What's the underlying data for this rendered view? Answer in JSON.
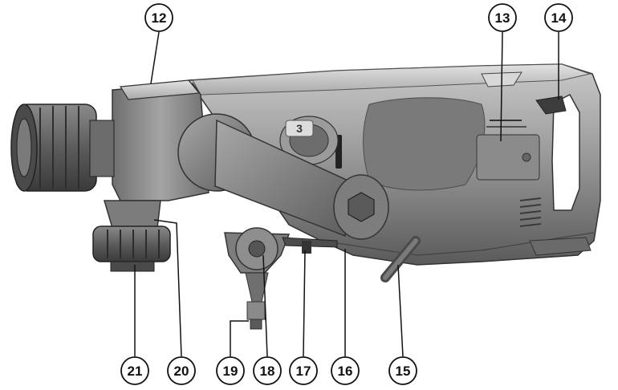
{
  "callouts": [
    {
      "id": "c12",
      "label": "12"
    },
    {
      "id": "c13",
      "label": "13"
    },
    {
      "id": "c14",
      "label": "14"
    },
    {
      "id": "c15",
      "label": "15"
    },
    {
      "id": "c16",
      "label": "16"
    },
    {
      "id": "c17",
      "label": "17"
    },
    {
      "id": "c18",
      "label": "18"
    },
    {
      "id": "c19",
      "label": "19"
    },
    {
      "id": "c20",
      "label": "20"
    },
    {
      "id": "c21",
      "label": "21"
    }
  ],
  "gear_marking": "3",
  "colors": {
    "body": "#8c8c8c",
    "body_dark": "#5e5e5e",
    "body_light": "#bdbdbd",
    "line": "#111111"
  }
}
